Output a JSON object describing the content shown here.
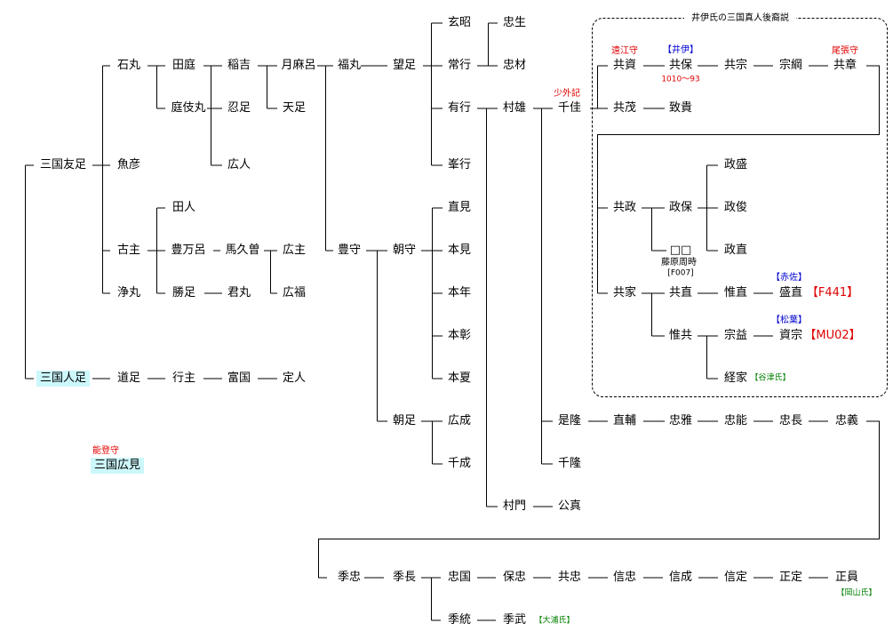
{
  "title_box": "井伊氏の三国真人後裔説",
  "people": {
    "tomotari": "三国友足",
    "hitotari": "三国人足",
    "hiromi": "三国広見",
    "ishimaru": "石丸",
    "uohiko": "魚彦",
    "komushi": "古主",
    "jomaru": "浄丸",
    "taniwa": "田庭",
    "niwakimaru": "庭伎丸",
    "inayoshi": "稲吉",
    "oshitari": "忍足",
    "hirohito": "広人",
    "tsukimaro": "月麻呂",
    "amatari": "天足",
    "fukumaru": "福丸",
    "mochitari": "望足",
    "taito": "田人",
    "toyomaro": "豊万呂",
    "katsutari": "勝足",
    "makuso": "馬久曽",
    "kimimaru": "君丸",
    "hironushi": "広主",
    "hirofuku": "広福",
    "toyomori": "豊守",
    "asamori": "朝守",
    "asatari": "朝足",
    "genshou": "玄昭",
    "tsuneyuki": "常行",
    "ariyuki": "有行",
    "mineyuki": "峯行",
    "tadao": "忠生",
    "tadaki": "忠材",
    "muraoo": "村雄",
    "murakado": "村門",
    "chiyoshi": "千佳",
    "korotaka": "是隆",
    "chitaka": "千隆",
    "kimizane": "公真",
    "naomi": "直見",
    "motomi": "本見",
    "motonen": "本年",
    "motoaki": "本彰",
    "motonatsu": "本夏",
    "hironari": "広成",
    "chinari": "千成",
    "michitari": "道足",
    "yukinushi": "行主",
    "tomikuni": "富国",
    "sadahito": "定人",
    "tomosuke": "共資",
    "tomoyasu": "共保",
    "tomomune": "共宗",
    "munetsuna": "宗綱",
    "tomoaki": "共章",
    "tomoshige": "共茂",
    "munetaka": "致貴",
    "tomomasa": "共政",
    "masayasu": "政保",
    "unknown": "□□",
    "masamori": "政盛",
    "masatoshi": "政俊",
    "masanao": "政直",
    "tomoie": "共家",
    "tomonao": "共直",
    "korenao": "惟直",
    "morinao": "盛直",
    "koretomo": "惟共",
    "muneyoshi": "宗益",
    "sukemune": "資宗",
    "tsuneie": "経家",
    "naosuke": "直輔",
    "tadamasa": "忠雅",
    "tadayoshi": "忠能",
    "tadanaga": "忠長",
    "tadayoshi2": "忠義",
    "suetada": "季忠",
    "suenaga": "季長",
    "tadakuni": "忠国",
    "yasutada": "保忠",
    "tomotada": "共忠",
    "nobutada": "信忠",
    "nobunari": "信成",
    "nobusada": "信定",
    "masasada": "正定",
    "masakazu": "正員",
    "suemune": "季統",
    "suetake": "季武"
  },
  "notes": {
    "noto": "能登守",
    "shougeki": "少外記",
    "totomi": "遠江守",
    "owari": "尾張守",
    "ii": "【井伊】",
    "years": "1010〜93",
    "fujiwara": "藤原周時",
    "f007": "[F007]",
    "akasa": "【赤佐】",
    "f441": "【F441】",
    "matsuba": "【松葉】",
    "mu02": "【MU02】",
    "yatsu": "【谷津氏】",
    "okayama": "【岡山氏】",
    "oura": "【大浦氏】"
  },
  "colors": {
    "highlight": "#ccf7fb",
    "office": "#e00000",
    "clan": "#0000d0",
    "branch": "#008000"
  }
}
